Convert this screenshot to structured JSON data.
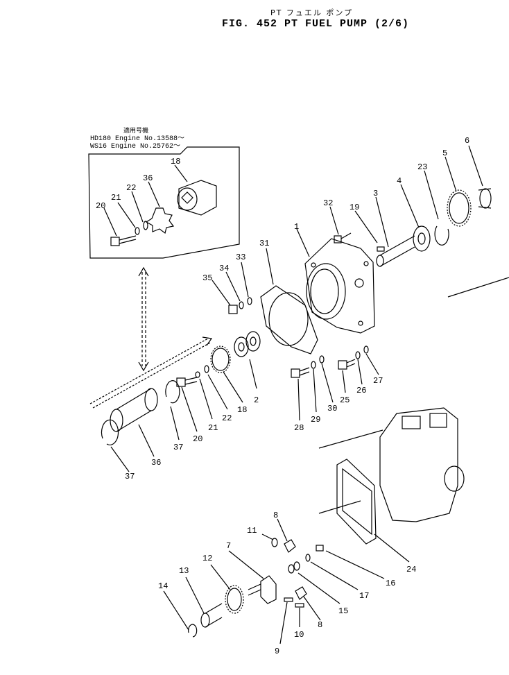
{
  "title": {
    "japanese": "PT フュエル ポンプ",
    "main": "FIG. 452  PT  FUEL  PUMP  (2/6)"
  },
  "inset": {
    "heading": "適用号機",
    "lines": [
      "HD180 Engine No.13588～",
      "WS16  Engine No.25762～"
    ],
    "callouts": [
      "18",
      "36",
      "22",
      "21",
      "20"
    ]
  },
  "callouts": [
    "1",
    "2",
    "3",
    "4",
    "5",
    "6",
    "7",
    "8",
    "8",
    "9",
    "10",
    "11",
    "12",
    "13",
    "14",
    "15",
    "16",
    "17",
    "18",
    "19",
    "20",
    "21",
    "22",
    "23",
    "24",
    "25",
    "26",
    "27",
    "28",
    "29",
    "30",
    "31",
    "32",
    "33",
    "34",
    "35",
    "36",
    "37",
    "37"
  ]
}
